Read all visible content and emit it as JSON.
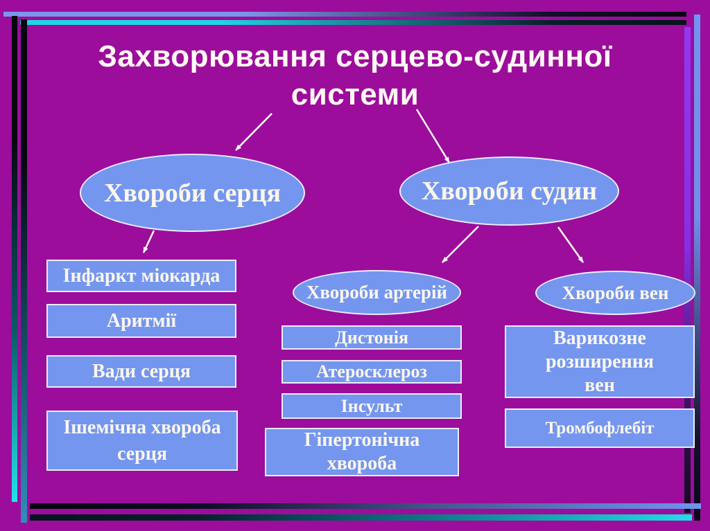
{
  "title": {
    "line1": "Захворювання серцево-судинної",
    "line2": "системи"
  },
  "nodes": {
    "heart": {
      "label": "Хвороби серця"
    },
    "vessels": {
      "label": "Хвороби судин"
    },
    "arteries": {
      "label": "Хвороби артерій"
    },
    "veins": {
      "label": "Хвороби вен"
    },
    "infarct": {
      "label": "Інфаркт міокарда"
    },
    "arrhythmias": {
      "label": "Аритмії"
    },
    "heart_defects": {
      "label": "Вади серця"
    },
    "ischemia": {
      "label": "Ішемічна хвороба\nсерця"
    },
    "dystonia": {
      "label": "Дистонія"
    },
    "atherosclerosis": {
      "label": "Атеросклероз"
    },
    "stroke": {
      "label": "Інсульт"
    },
    "hypertension": {
      "label": "Гіпертонічна\nхвороба"
    },
    "varicose": {
      "label": "Варикозне\nрозширення\nвен"
    },
    "thrombophlebitis": {
      "label": "Тромбофлебіт"
    }
  },
  "edges": [
    {
      "from": "title",
      "to": "heart"
    },
    {
      "from": "title",
      "to": "vessels"
    },
    {
      "from": "heart",
      "to": "infarct"
    },
    {
      "from": "vessels",
      "to": "arteries"
    },
    {
      "from": "vessels",
      "to": "veins"
    }
  ],
  "colors": {
    "background": "#9C0D9C",
    "shape_fill": "#7496EE",
    "shape_border": "#EDEDF8",
    "shape_text": "#FBF7EC",
    "title_text": "#FFF9F4",
    "arrow": "#FFFFFF",
    "frame_blue": "#7C97E9",
    "frame_cyan": "#1FD6E6",
    "frame_violet": "#9238F0",
    "frame_steel": "#338CBB"
  }
}
